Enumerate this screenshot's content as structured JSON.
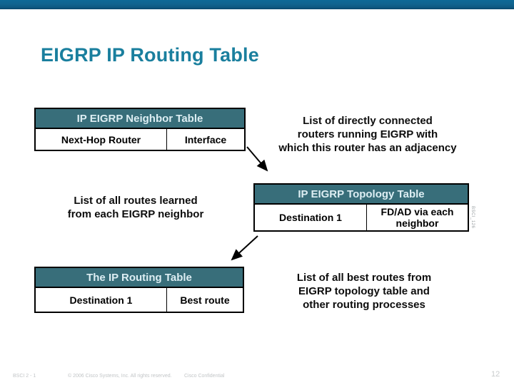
{
  "slide": {
    "title": "EIGRP IP Routing Table",
    "figure_id": "BSCI_126"
  },
  "tables": [
    {
      "header": "IP EIGRP Neighbor Table",
      "columns": [
        "Next-Hop Router",
        "Interface"
      ]
    },
    {
      "header": "IP EIGRP Topology Table",
      "columns": [
        "Destination 1",
        "FD/AD via each\nneighbor"
      ]
    },
    {
      "header": "The IP Routing Table",
      "columns": [
        "Destination 1",
        "Best route"
      ]
    }
  ],
  "annotations": [
    "List of directly connected\nrouters running EIGRP with\nwhich this router has an adjacency",
    "List of all routes learned\nfrom each EIGRP neighbor",
    "List of all best routes from\nEIGRP topology table and\nother routing processes"
  ],
  "footer": {
    "course": "BSCI 2 - 1",
    "copyright": "© 2006 Cisco Systems, Inc. All rights reserved.",
    "confidential": "Cisco Confidential",
    "page": "12"
  },
  "colors": {
    "top_bar": "#0f6390",
    "title": "#1a7f9e",
    "table_header_bg": "#386e7a",
    "table_header_text": "#ddeef3",
    "text": "#000000",
    "footer_text": "#c2c5c7"
  }
}
